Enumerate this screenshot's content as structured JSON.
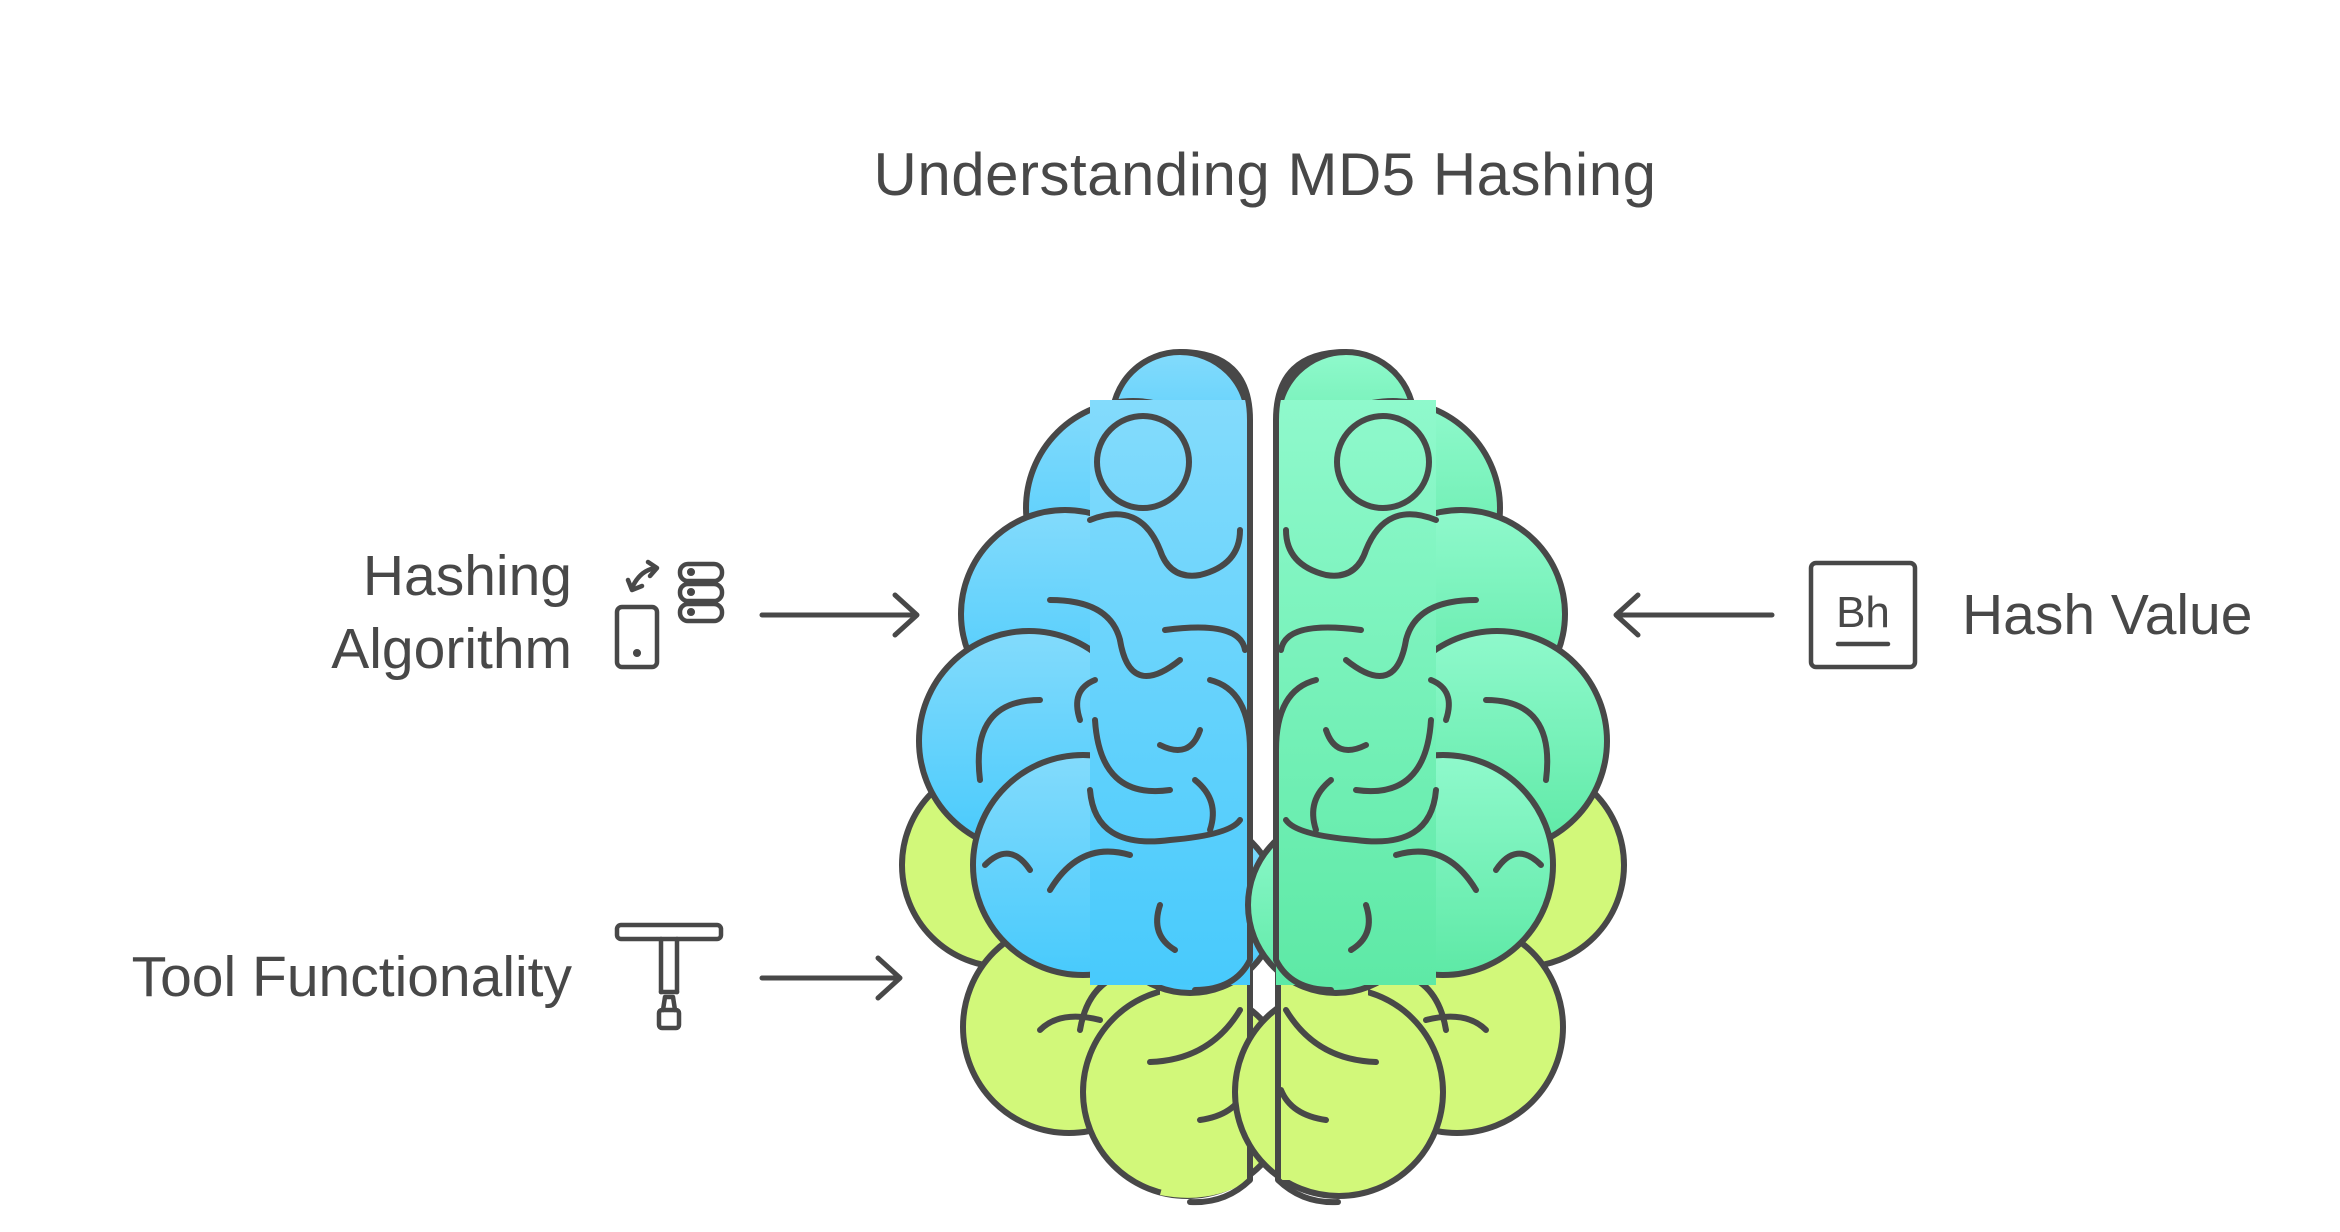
{
  "diagram": {
    "title": "Understanding MD5 Hashing",
    "items": [
      {
        "id": "hashing-algorithm",
        "label": "Hashing Algorithm",
        "label_lines": [
          "Hashing",
          "Algorithm"
        ],
        "side": "left",
        "icon": "device-server-sync-icon"
      },
      {
        "id": "tool-functionality",
        "label": "Tool Functionality",
        "side": "left",
        "icon": "t-tool-icon"
      },
      {
        "id": "hash-value",
        "label": "Hash Value",
        "side": "right",
        "icon": "bh-element-icon",
        "icon_text": "Bh"
      }
    ],
    "colors": {
      "left_hemisphere_top": "#7ed8fb",
      "left_hemisphere_bottom": "#4ccbfb",
      "right_hemisphere_top": "#8cf8c8",
      "right_hemisphere_bottom": "#5fe8a8",
      "brain_stem": "#d2f87a",
      "outline": "#484848",
      "text": "#484848"
    }
  }
}
